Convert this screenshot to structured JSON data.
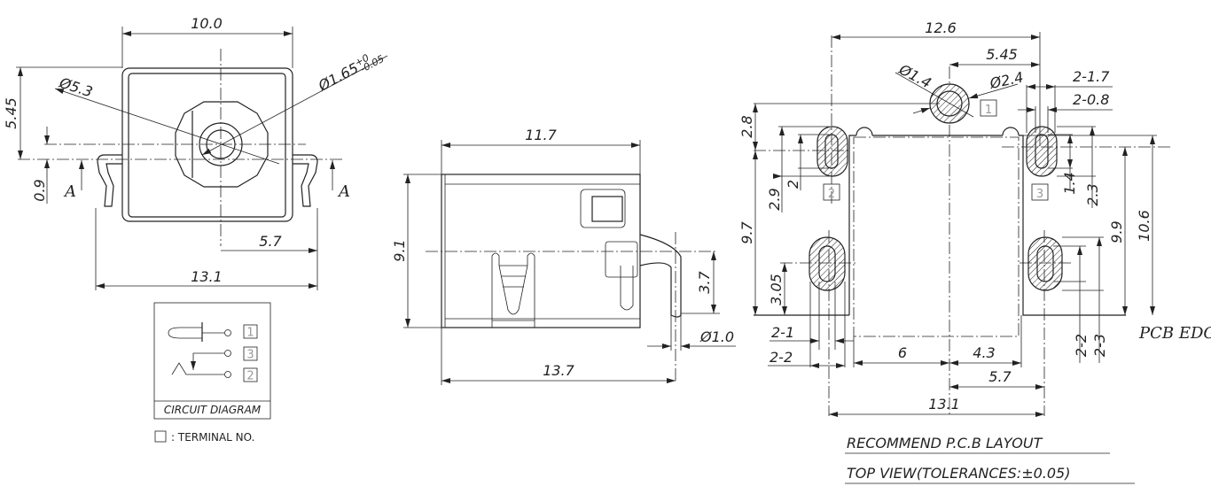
{
  "front_view": {
    "dim_width": "10.0",
    "dim_height": "5.45",
    "dim_offset": "0.9",
    "dim_outer_dia": "Ø5.3",
    "dim_pin_dia": "Ø1.65",
    "dim_pin_tol_plus": "+0",
    "dim_pin_tol_minus": "-0.05",
    "dim_half": "5.7",
    "dim_total": "13.1",
    "section_left": "A",
    "section_right": "A"
  },
  "circuit": {
    "terminals": [
      "1",
      "3",
      "2"
    ],
    "caption": "CIRCUIT DIAGRAM",
    "legend": ": TERMINAL NO."
  },
  "side_view": {
    "dim_body": "11.7",
    "dim_height": "9.1",
    "dim_pin_height": "3.7",
    "dim_pin_dia": "Ø1.0",
    "dim_total": "13.7"
  },
  "pcb_layout": {
    "dim_width": "12.6",
    "dim_center": "5.45",
    "dim_hole_inner": "Ø1.4",
    "dim_hole_outer": "Ø2.4",
    "dim_slot_outer_w": "2-1.7",
    "dim_slot_inner_w": "2-0.8",
    "dim_top": "2.8",
    "dim_left_height": "9.7",
    "dim_slot_outer_h": "2.9",
    "dim_slot_inner_h": "2",
    "dim_bottom_slot": "3.05",
    "dim_r_inner_h": "1.4",
    "dim_r_outer_h": "2.3",
    "dim_r_9_9": "9.9",
    "dim_r_10_6": "10.6",
    "dim_bl_inner": "2-1",
    "dim_bl_outer": "2-2",
    "dim_br_inner": "2-2",
    "dim_br_outer": "2-3",
    "pcb_edge": "PCB EDGE",
    "dim_left": "6",
    "dim_right": "4.3",
    "dim_half": "5.7",
    "dim_total": "13.1",
    "terminals": [
      "1",
      "2",
      "3"
    ],
    "title_line1": "RECOMMEND P.C.B LAYOUT",
    "title_line2": "TOP VIEW(TOLERANCES:±0.05)"
  }
}
